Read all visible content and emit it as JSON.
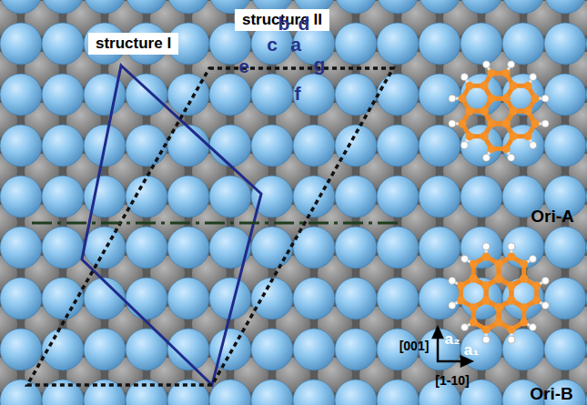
{
  "diagram": {
    "nodes": [
      {
        "text": [
          "structure I"
        ]
      },
      {
        "text": [
          "structure II"
        ]
      }
    ],
    "labels": [
      "b",
      "d",
      "c",
      "a",
      "g",
      "e",
      "f",
      "Ori-A",
      "Ori-B",
      "[001]",
      "a₂",
      "[1-10]",
      "a₁"
    ]
  }
}
